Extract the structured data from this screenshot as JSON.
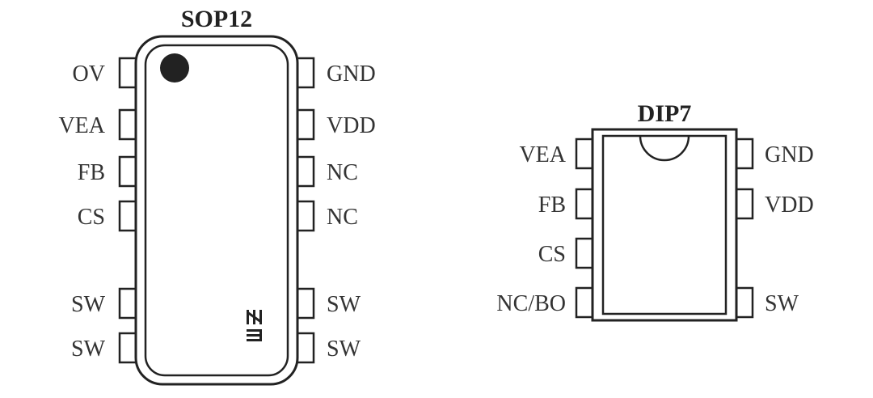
{
  "sop12": {
    "title": "SOP12",
    "left_pins": [
      "OV",
      "VEA",
      "FB",
      "CS",
      "SW",
      "SW"
    ],
    "right_pins": [
      "GND",
      "VDD",
      "NC",
      "NC",
      "SW",
      "SW"
    ]
  },
  "dip7": {
    "title": "DIP7",
    "left_pins": [
      "VEA",
      "FB",
      "CS",
      "NC/BO"
    ],
    "right_pins": [
      "GND",
      "VDD",
      "SW"
    ]
  },
  "colors": {
    "outline": "#222222",
    "text": "#333333",
    "dot": "#222222"
  }
}
